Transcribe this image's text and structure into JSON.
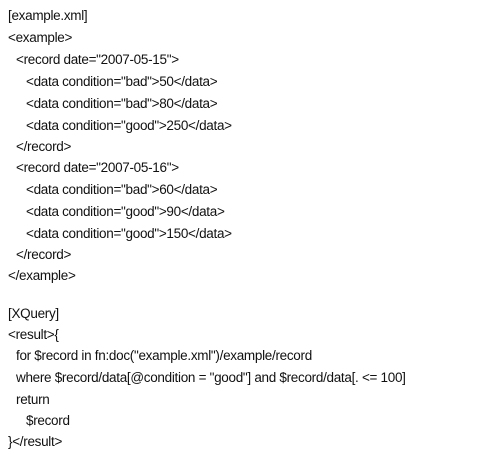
{
  "xml_block": {
    "title": "[example.xml]",
    "lines": [
      "<example>",
      "<record date=\"2007-05-15\">",
      "<data condition=\"bad\">50</data>",
      "<data condition=\"bad\">80</data>",
      "<data condition=\"good\">250</data>",
      "</record>",
      "<record date=\"2007-05-16\">",
      "<data condition=\"bad\">60</data>",
      "<data condition=\"good\">90</data>",
      "<data condition=\"good\">150</data>",
      "</record>",
      "</example>"
    ]
  },
  "xquery_block": {
    "title": "[XQuery]",
    "lines": [
      "<result>{",
      "for $record in fn:doc(\"example.xml\")/example/record",
      "where $record/data[@condition = \"good\"] and $record/data[. <= 100]",
      "return",
      "$record",
      "}</result>"
    ]
  }
}
